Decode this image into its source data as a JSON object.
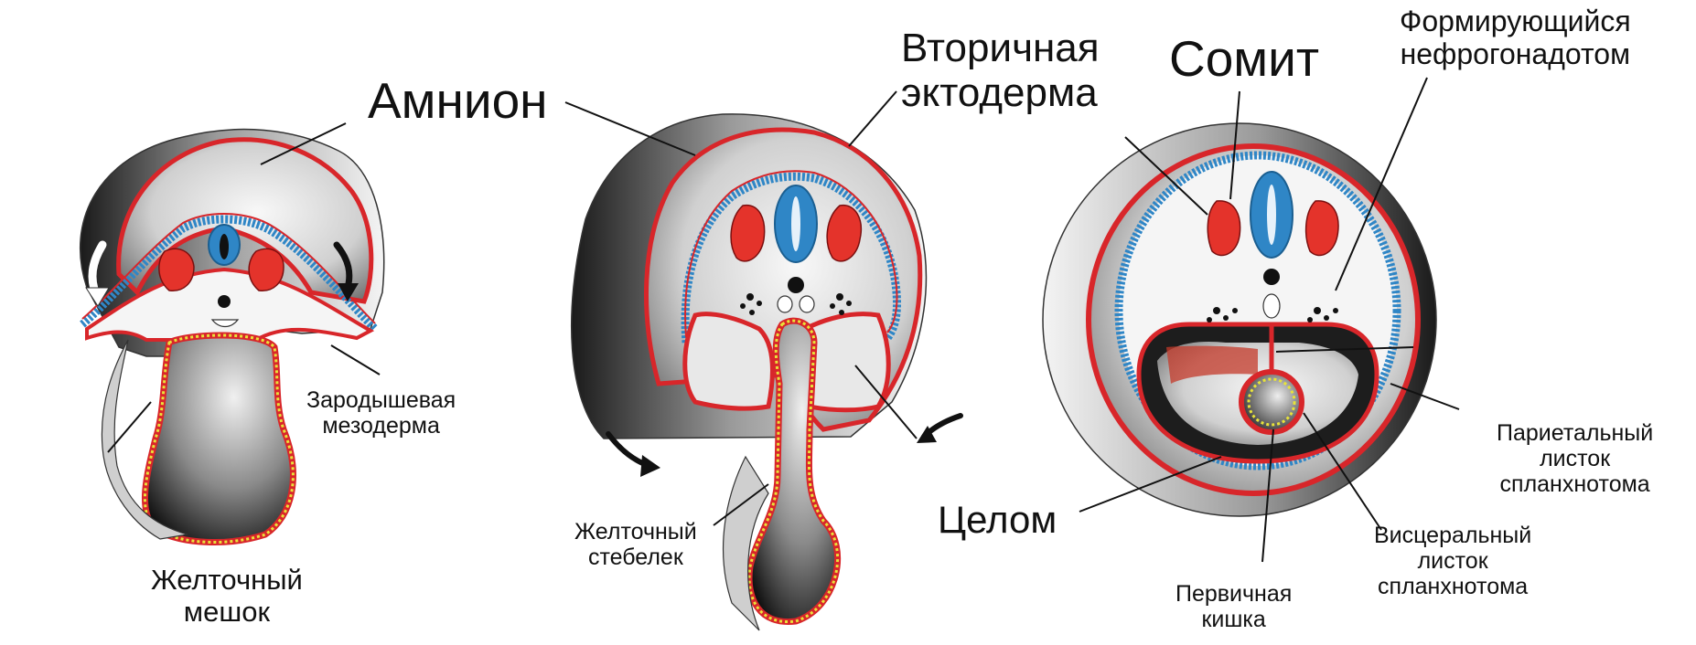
{
  "colors": {
    "ectoderm_outline": "#d8262a",
    "ectoderm_cells": "#2f86c6",
    "somite": "#e4332b",
    "yolk_wall": "#e8e33a",
    "amnion_shade_dark": "#1c1c1c",
    "amnion_shade_light": "#f2f2f2",
    "background": "#ffffff"
  },
  "labels": {
    "amnion": "Амнион",
    "secondary_ectoderm": [
      "Вторичная",
      "эктодерма"
    ],
    "somite": "Сомит",
    "nephrogonadotome": [
      "Формирующийся",
      "нефрогонадотом"
    ],
    "embryonic_mesoderm": [
      "Зародышевая",
      "мезодерма"
    ],
    "yolk_sac": [
      "Желточный",
      "мешок"
    ],
    "yolk_stalk": [
      "Желточный",
      "стебелек"
    ],
    "coelom": "Целом",
    "parietal_layer": [
      "Париетальный",
      "листок",
      "спланхнотома"
    ],
    "visceral_layer": [
      "Висцеральный",
      "листок",
      "спланхнотома"
    ],
    "primary_gut": [
      "Первичная",
      "кишка"
    ]
  }
}
